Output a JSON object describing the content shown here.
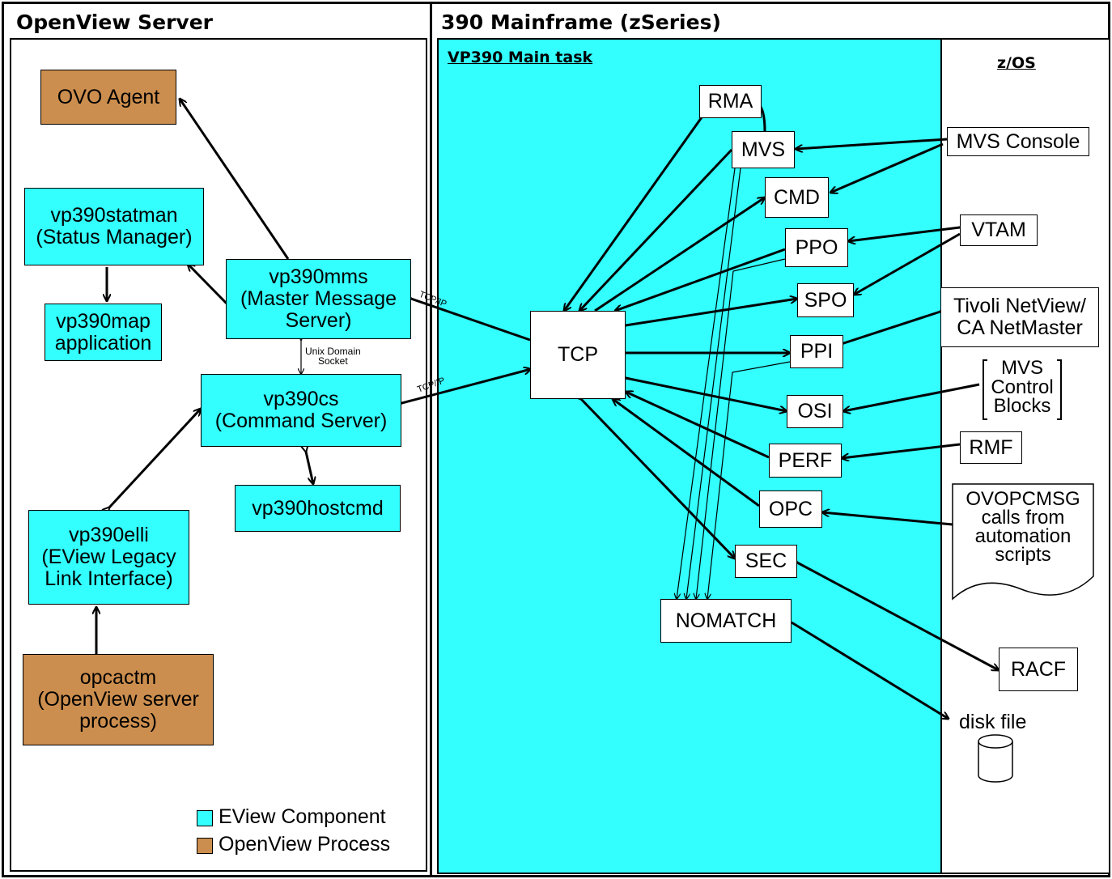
{
  "colors": {
    "eview": "#33ffff",
    "openview": "#cc8e4e"
  },
  "left_panel": {
    "title": "OpenView Server"
  },
  "right_panel": {
    "title": "390 Mainframe (zSeries)"
  },
  "main_task": {
    "title": "VP390 Main task"
  },
  "zos": {
    "title": "z/OS"
  },
  "left_boxes": {
    "ovo_agent": "OVO Agent",
    "statman": "vp390statman\n(Status Manager)",
    "map": "vp390map\napplication",
    "mms": "vp390mms\n(Master Message\nServer)",
    "cs": "vp390cs\n(Command Server)",
    "hostcmd": "vp390hostcmd",
    "elli": "vp390elli\n(EView Legacy\nLink Interface)",
    "opcactm": "opcactm\n(OpenView server\nprocess)"
  },
  "links": {
    "tcpip_1": "TCP/IP",
    "tcpip_2": "TCP/IP",
    "unix_socket": "Unix Domain\nSocket"
  },
  "task_boxes": {
    "tcp": "TCP",
    "rma": "RMA",
    "mvs": "MVS",
    "cmd": "CMD",
    "ppo": "PPO",
    "spo": "SPO",
    "ppi": "PPI",
    "osi": "OSI",
    "perf": "PERF",
    "opc": "OPC",
    "sec": "SEC",
    "nomatch": "NOMATCH"
  },
  "zos_items": {
    "mvs_console": "MVS Console",
    "vtam": "VTAM",
    "netview": "Tivoli NetView/\nCA NetMaster",
    "control_blocks": "MVS\nControl\nBlocks",
    "rmf": "RMF",
    "ovopcmsg": "OVOPCMSG\ncalls from\nautomation\nscripts",
    "racf": "RACF",
    "disk_file": "disk file"
  },
  "legend": [
    {
      "label": "EView Component",
      "color": "#33ffff"
    },
    {
      "label": "OpenView Process",
      "color": "#cc8e4e"
    }
  ]
}
